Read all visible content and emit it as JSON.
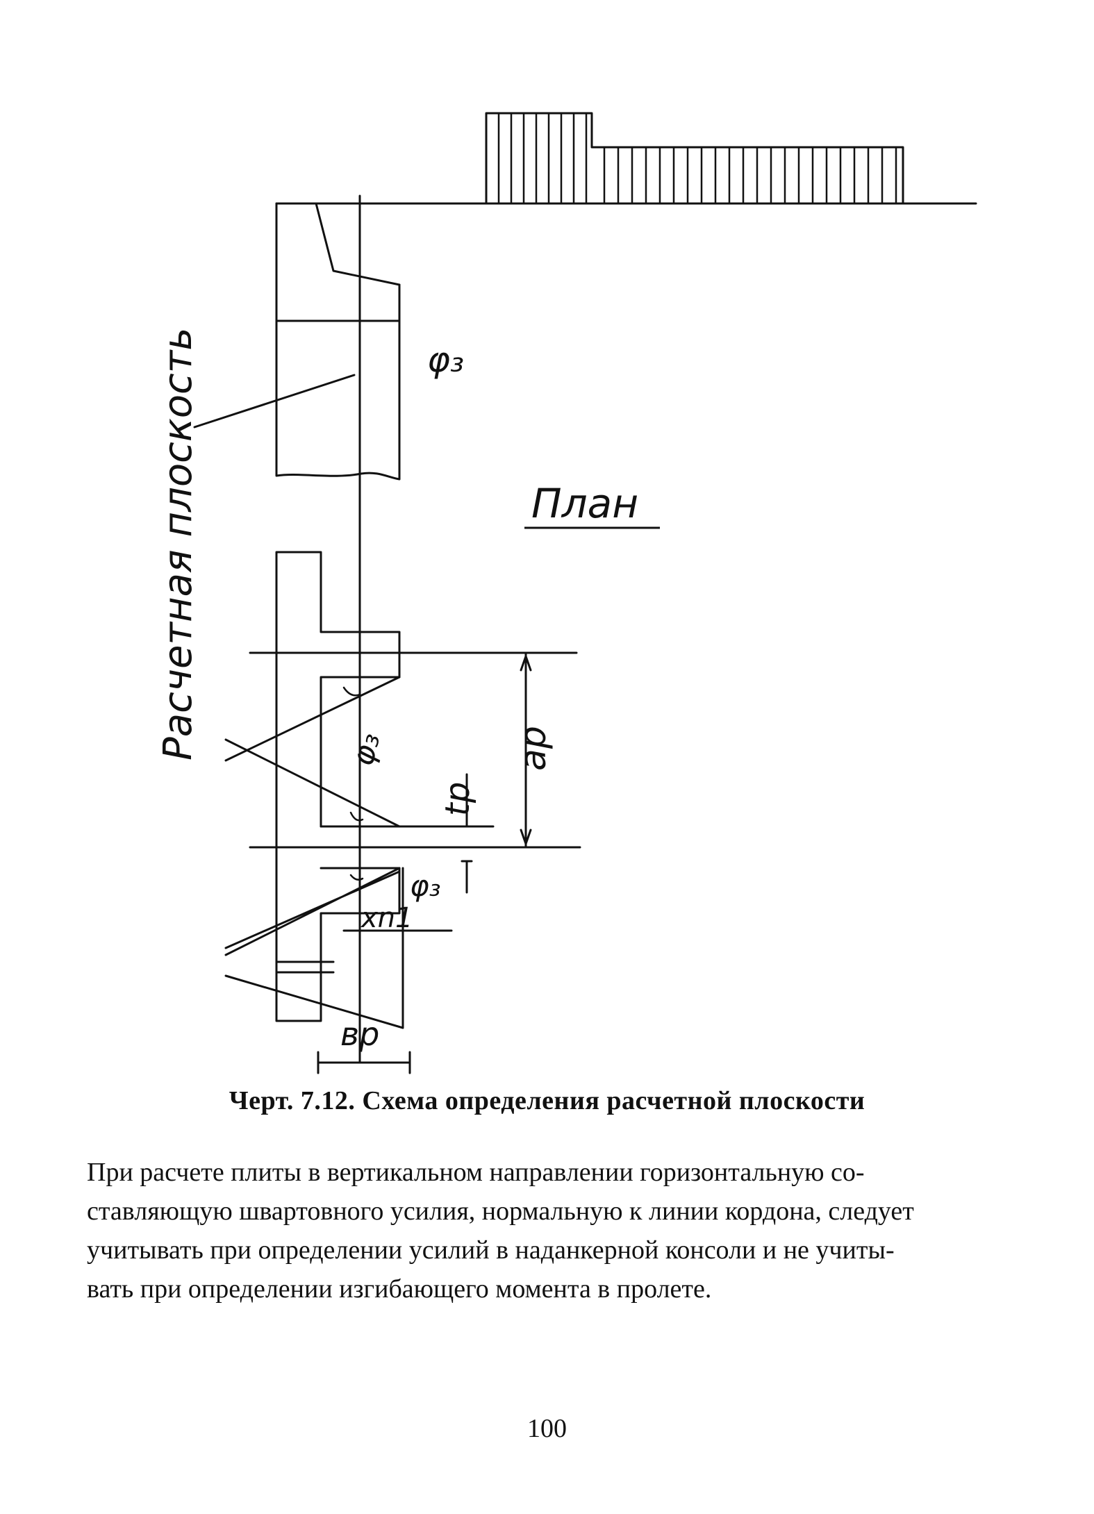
{
  "figure": {
    "labels": {
      "phi3_top": "φ₃",
      "plan": "План",
      "design_plane": "Расчетная плоскость",
      "phi3_mid": "φ₃",
      "a_p": "ap",
      "t_p": "tp",
      "phi3_low": "φ₃",
      "x_n1": "xn1",
      "b_p": "вp"
    }
  },
  "caption": "Черт. 7.12. Схема определения расчетной плоскости",
  "paragraph": {
    "lines": [
      "При расчете плиты в вертикальном направлении горизонтальную со-",
      "ставляющую швартовного усилия, нормальную к линии кордона, следует",
      "учитывать при определении усилий в надaнкерной консоли и не учиты-",
      "вать при определении изгибающего момента в пролете."
    ]
  },
  "page_number": "100"
}
